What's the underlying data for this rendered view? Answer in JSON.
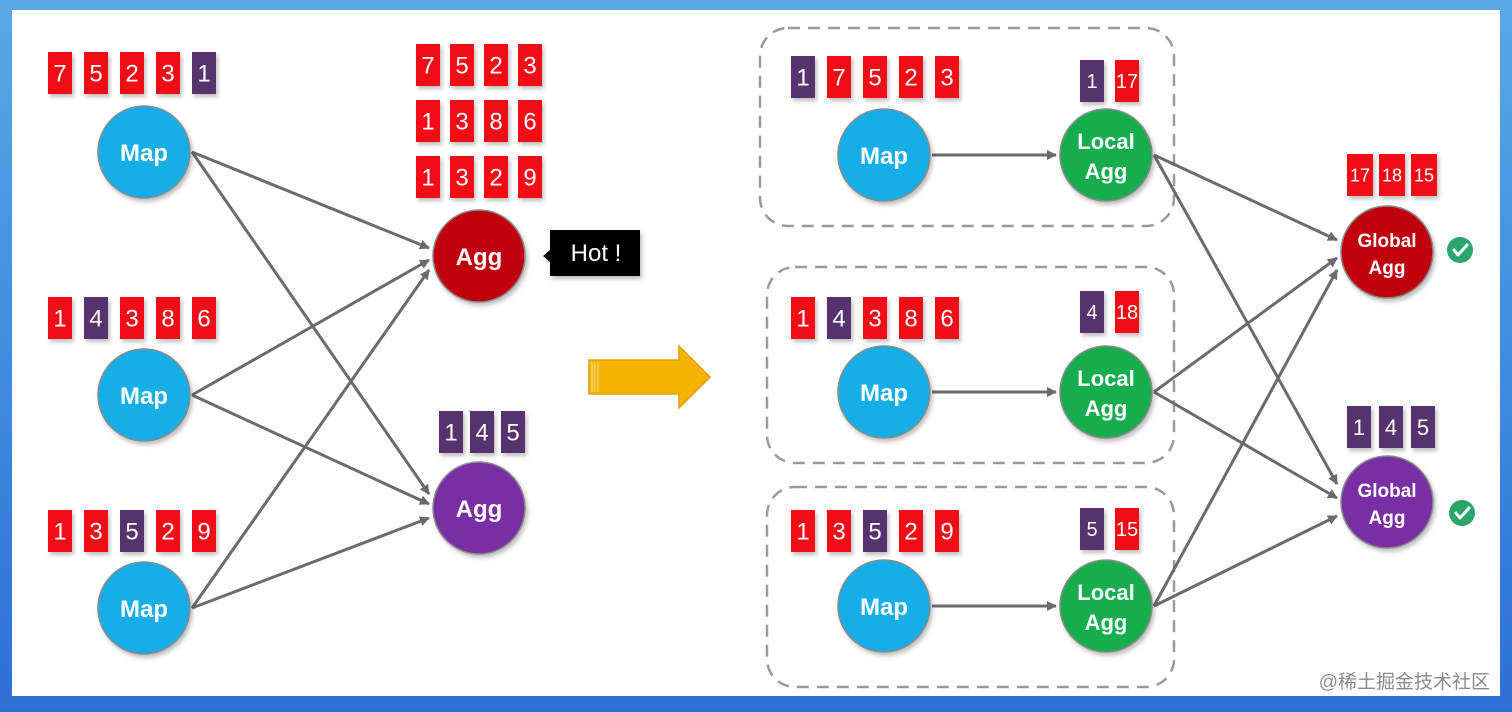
{
  "colors": {
    "red": "#f00a14",
    "purple": "#56306e",
    "map": "#12aee8",
    "local": "#17ad4f",
    "global_red": "#c0060e",
    "global_purple": "#7a2ea3",
    "arrow": "#6b6b6b",
    "dashed": "#9a9a9a",
    "callout_bg": "#000000",
    "check": "#2aa66d",
    "transform_arrow": "#f4b400"
  },
  "left": {
    "maps": [
      {
        "label": "Map",
        "tiles": [
          {
            "v": "7",
            "c": "red"
          },
          {
            "v": "5",
            "c": "red"
          },
          {
            "v": "2",
            "c": "red"
          },
          {
            "v": "3",
            "c": "red"
          },
          {
            "v": "1",
            "c": "purple"
          }
        ]
      },
      {
        "label": "Map",
        "tiles": [
          {
            "v": "1",
            "c": "red"
          },
          {
            "v": "4",
            "c": "purple"
          },
          {
            "v": "3",
            "c": "red"
          },
          {
            "v": "8",
            "c": "red"
          },
          {
            "v": "6",
            "c": "red"
          }
        ]
      },
      {
        "label": "Map",
        "tiles": [
          {
            "v": "1",
            "c": "red"
          },
          {
            "v": "3",
            "c": "red"
          },
          {
            "v": "5",
            "c": "purple"
          },
          {
            "v": "2",
            "c": "red"
          },
          {
            "v": "9",
            "c": "red"
          }
        ]
      }
    ],
    "agg_hot": {
      "label": "Agg",
      "tile_rows": [
        [
          {
            "v": "7",
            "c": "red"
          },
          {
            "v": "5",
            "c": "red"
          },
          {
            "v": "2",
            "c": "red"
          },
          {
            "v": "3",
            "c": "red"
          }
        ],
        [
          {
            "v": "1",
            "c": "red"
          },
          {
            "v": "3",
            "c": "red"
          },
          {
            "v": "8",
            "c": "red"
          },
          {
            "v": "6",
            "c": "red"
          }
        ],
        [
          {
            "v": "1",
            "c": "red"
          },
          {
            "v": "3",
            "c": "red"
          },
          {
            "v": "2",
            "c": "red"
          },
          {
            "v": "9",
            "c": "red"
          }
        ]
      ]
    },
    "agg_cold": {
      "label": "Agg",
      "tiles": [
        {
          "v": "1",
          "c": "purple"
        },
        {
          "v": "4",
          "c": "purple"
        },
        {
          "v": "5",
          "c": "purple"
        }
      ]
    },
    "callout": "Hot !"
  },
  "right": {
    "groups": [
      {
        "map_label": "Map",
        "local_label": [
          "Local",
          "Agg"
        ],
        "map_tiles": [
          {
            "v": "1",
            "c": "purple"
          },
          {
            "v": "7",
            "c": "red"
          },
          {
            "v": "5",
            "c": "red"
          },
          {
            "v": "2",
            "c": "red"
          },
          {
            "v": "3",
            "c": "red"
          }
        ],
        "local_tiles": [
          {
            "v": "1",
            "c": "purple"
          },
          {
            "v": "17",
            "c": "red"
          }
        ]
      },
      {
        "map_label": "Map",
        "local_label": [
          "Local",
          "Agg"
        ],
        "map_tiles": [
          {
            "v": "1",
            "c": "red"
          },
          {
            "v": "4",
            "c": "purple"
          },
          {
            "v": "3",
            "c": "red"
          },
          {
            "v": "8",
            "c": "red"
          },
          {
            "v": "6",
            "c": "red"
          }
        ],
        "local_tiles": [
          {
            "v": "4",
            "c": "purple"
          },
          {
            "v": "18",
            "c": "red"
          }
        ]
      },
      {
        "map_label": "Map",
        "local_label": [
          "Local",
          "Agg"
        ],
        "map_tiles": [
          {
            "v": "1",
            "c": "red"
          },
          {
            "v": "3",
            "c": "red"
          },
          {
            "v": "5",
            "c": "purple"
          },
          {
            "v": "2",
            "c": "red"
          },
          {
            "v": "9",
            "c": "red"
          }
        ],
        "local_tiles": [
          {
            "v": "5",
            "c": "purple"
          },
          {
            "v": "15",
            "c": "red"
          }
        ]
      }
    ],
    "global_red": {
      "label": [
        "Global",
        "Agg"
      ],
      "tiles": [
        {
          "v": "17",
          "c": "red"
        },
        {
          "v": "18",
          "c": "red"
        },
        {
          "v": "15",
          "c": "red"
        }
      ]
    },
    "global_purple": {
      "label": [
        "Global",
        "Agg"
      ],
      "tiles": [
        {
          "v": "1",
          "c": "purple"
        },
        {
          "v": "4",
          "c": "purple"
        },
        {
          "v": "5",
          "c": "purple"
        }
      ]
    }
  },
  "watermark": "@稀土掘金技术社区"
}
